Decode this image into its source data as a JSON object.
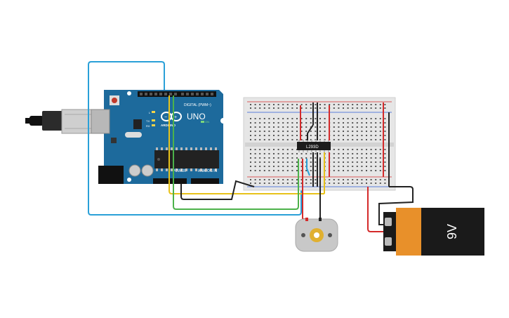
{
  "arduino": {
    "model_label": "UNO",
    "brand_label": "ARDUINO",
    "digital_label": "DIGITAL (PWM~)",
    "power_label": "POWER",
    "analog_label": "ANALOG IN",
    "tx_label": "TX",
    "rx_label": "RX",
    "l_label": "L",
    "on_label": "ON"
  },
  "chip": {
    "label": "L293D"
  },
  "battery": {
    "voltage_label": "9V"
  },
  "colors": {
    "pcb": "#1d6a9c",
    "wire_blue": "#2aa0d8",
    "wire_black": "#222222",
    "wire_red": "#d42a2a",
    "wire_yellow": "#e8c21a",
    "wire_green": "#4cb24a",
    "battery_orange": "#e8902a",
    "battery_black": "#1a1a1a"
  }
}
